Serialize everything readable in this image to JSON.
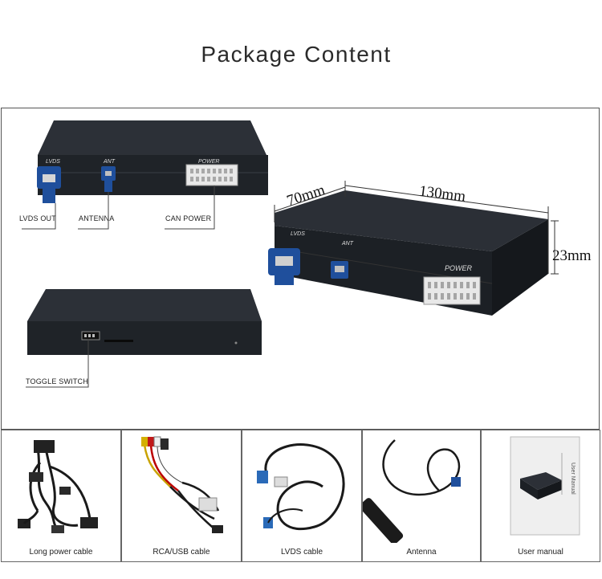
{
  "page": {
    "title": "Package Content"
  },
  "main": {
    "labels": {
      "lvds_out": "LVDS OUT",
      "antenna": "ANTENNA",
      "can_power": "CAN POWER",
      "toggle_switch": "TOGGLE SWITCH"
    },
    "box_markings": {
      "lvds": "LVDS",
      "ant": "ANT",
      "power": "POWER"
    },
    "dimensions": {
      "width": "70mm",
      "length": "130mm",
      "height": "23mm"
    }
  },
  "items": [
    {
      "caption": "Long power cable"
    },
    {
      "caption": "RCA/USB cable"
    },
    {
      "caption": "LVDS cable"
    },
    {
      "caption": "Antenna"
    },
    {
      "caption": "User manual"
    }
  ],
  "manual_cover": {
    "title": "User Manual"
  },
  "colors": {
    "device": "#23272d",
    "connector_blue": "#1f4f9c",
    "frame": "#555555"
  }
}
